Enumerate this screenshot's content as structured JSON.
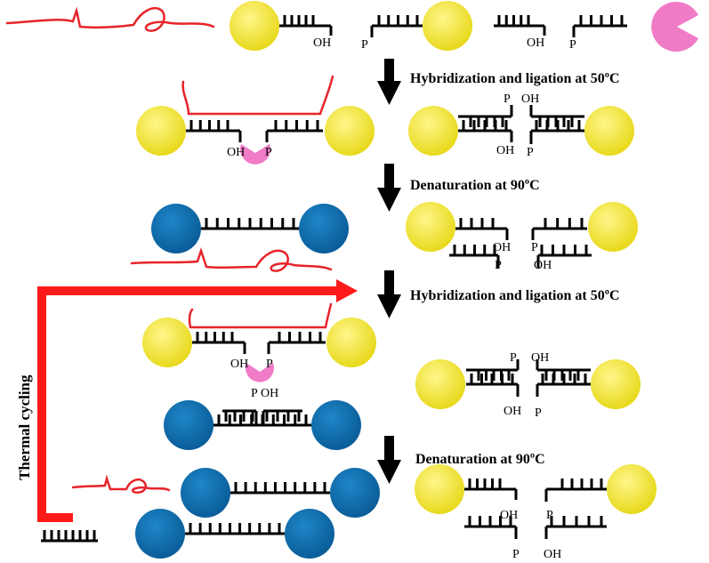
{
  "steps": {
    "hyb1": "Hybridization and ligation at 50ºC",
    "den1": "Denaturation at 90ºC",
    "hyb2": "Hybridization and ligation at 50ºC",
    "den2": "Denaturation at  90ºC"
  },
  "side_label": "Thermal cycling",
  "end_labels": {
    "oh": "OH",
    "p": "P"
  },
  "colors": {
    "template_strand": "#e8232a",
    "gold_nanoparticle": "#f2e534",
    "ligated_nanoparticle": "#0b6db0",
    "ligase": "#f07bc6",
    "arrow": "#000000",
    "cycle_arrow": "#ff1a1a"
  }
}
